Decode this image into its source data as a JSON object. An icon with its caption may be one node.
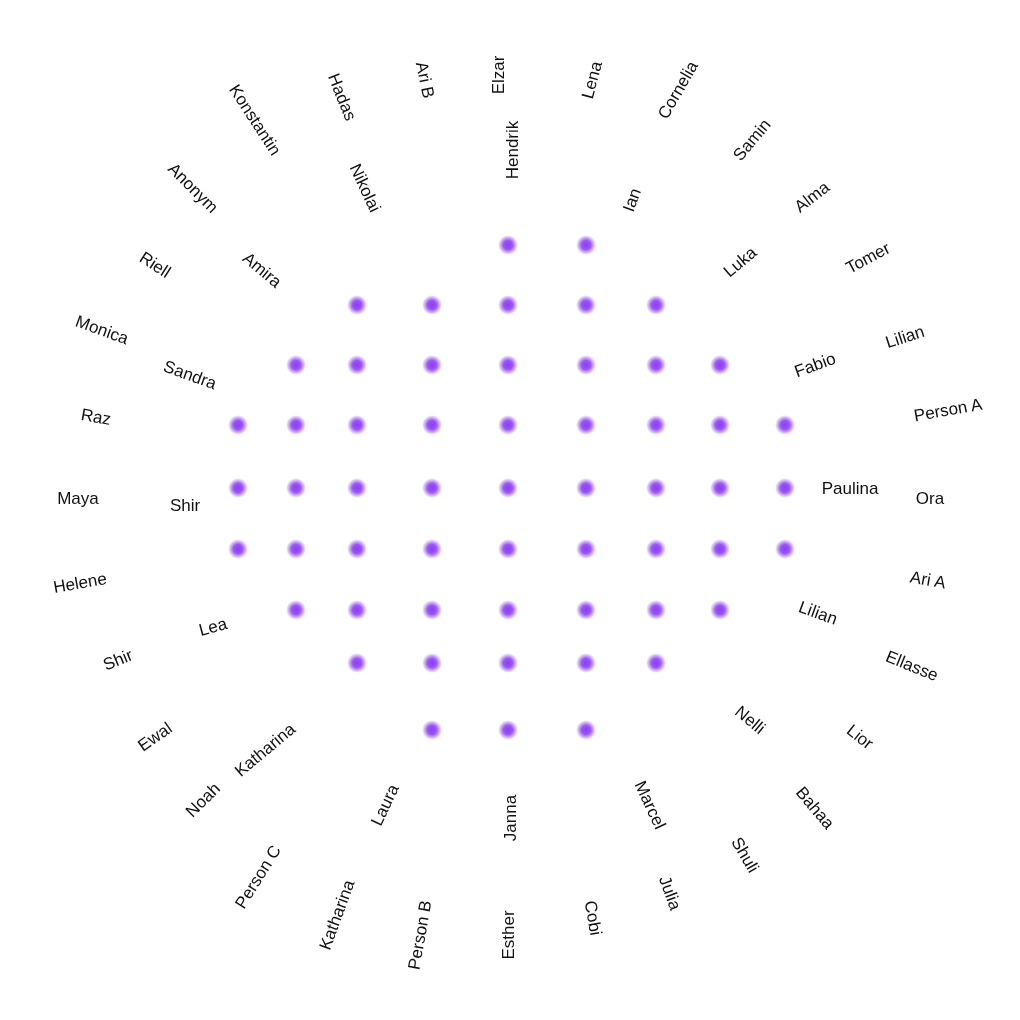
{
  "diagram": {
    "labels": [
      "Elzar",
      "Lena",
      "Cornelia",
      "Samin",
      "Alma",
      "Tomer",
      "Lilian",
      "Person A",
      "Ora",
      "Ari A",
      "Ellasse",
      "Lior",
      "Bahaa",
      "Shuli",
      "Julia",
      "Cobi",
      "Esther",
      "Person B",
      "Katharina",
      "Person C",
      "Noah",
      "Ewal",
      "Shir",
      "Helene",
      "Maya",
      "Raz",
      "Monica",
      "Riell",
      "Anonym",
      "Konstantin",
      "Hadas",
      "Ari B",
      "Hendrik",
      "Ian",
      "Luka",
      "Fabio",
      "Paulina",
      "Lilian",
      "Nelli",
      "Marcel",
      "Janna",
      "Laura",
      "Katharina",
      "Lea",
      "Shir",
      "Sandra",
      "Amira",
      "Nikolai"
    ]
  }
}
